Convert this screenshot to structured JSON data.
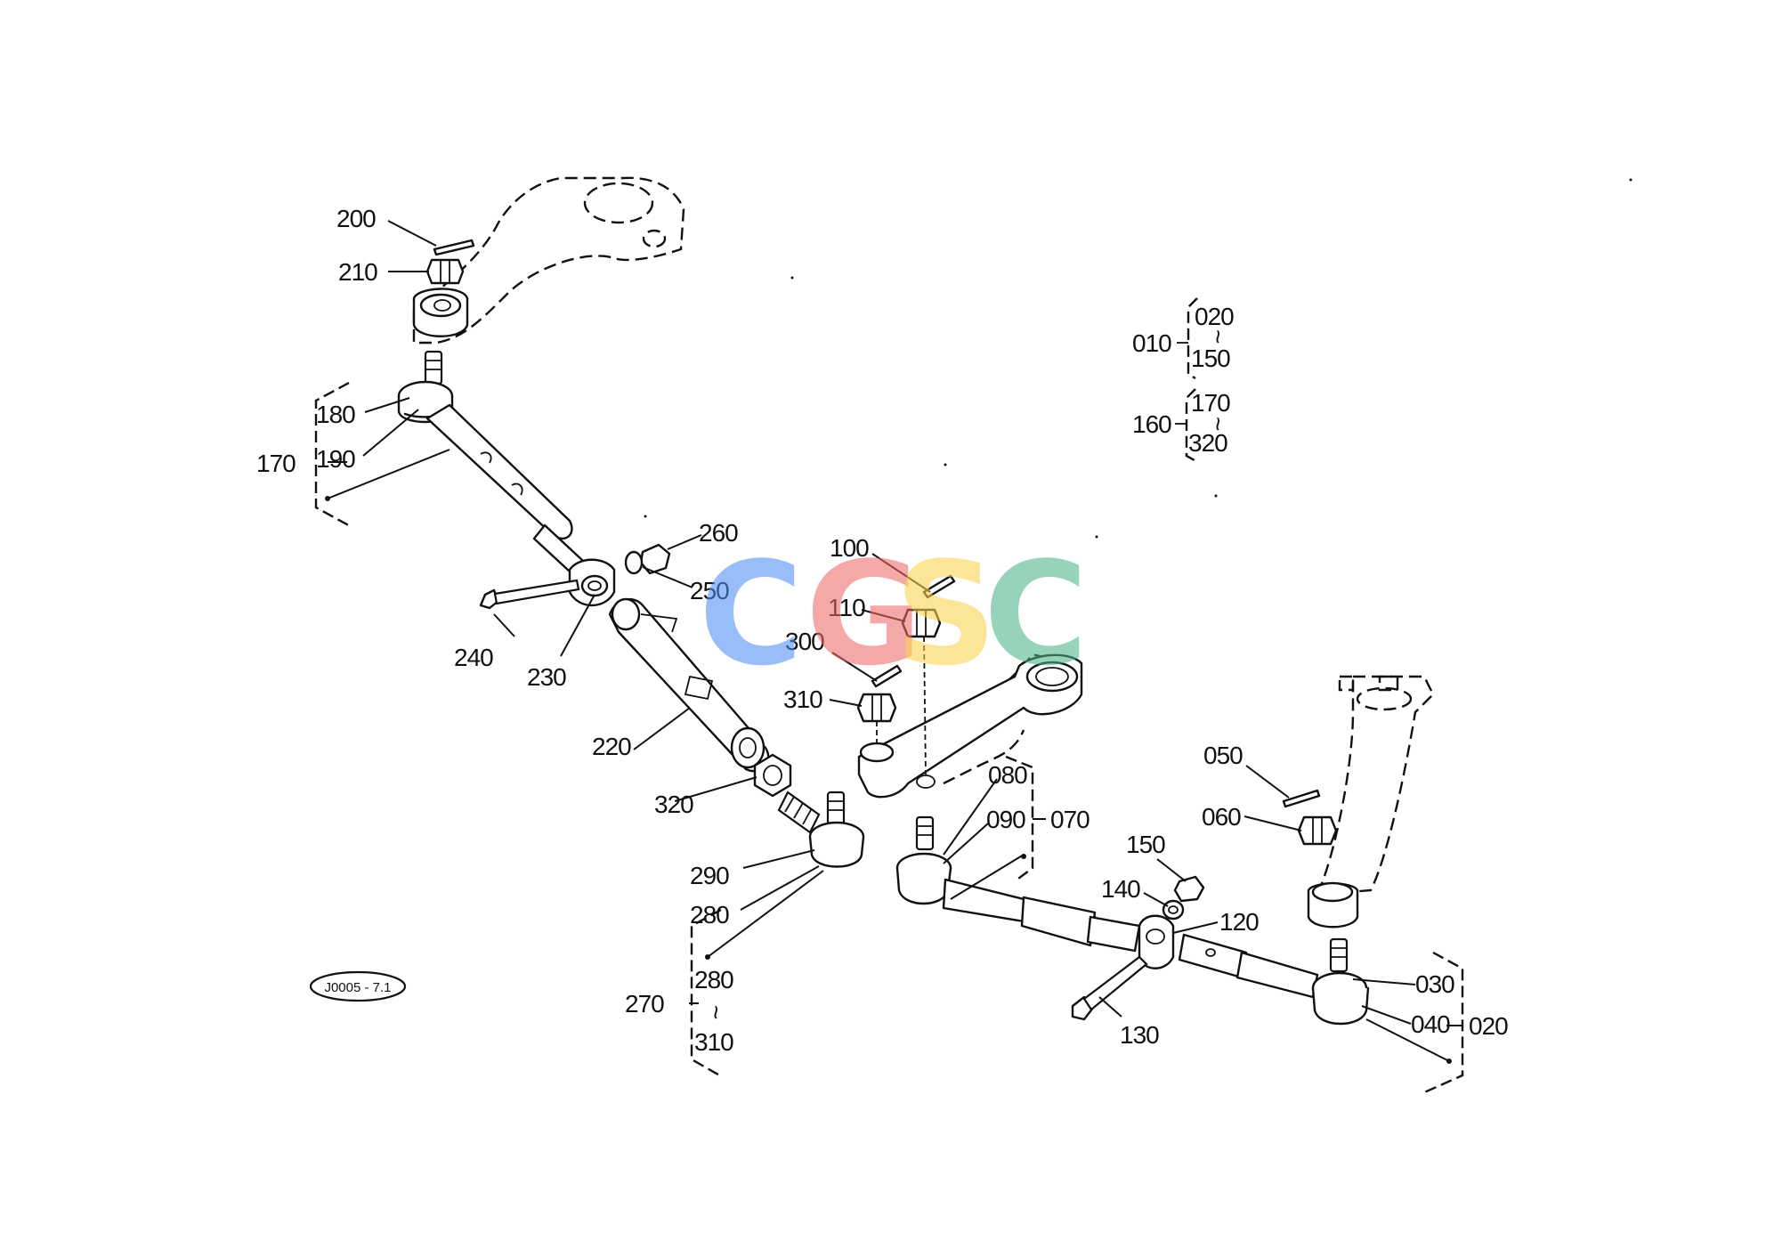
{
  "callouts": {
    "c010": "010",
    "c020a": "020",
    "c150a": "150",
    "c160": "160",
    "c170a": "170",
    "c320a": "320",
    "c200": "200",
    "c210": "210",
    "c180": "180",
    "c170b": "170",
    "c190": "190",
    "c260": "260",
    "c250": "250",
    "c240": "240",
    "c230": "230",
    "c220": "220",
    "c320b": "320",
    "c100": "100",
    "c110": "110",
    "c300": "300",
    "c310a": "310",
    "c290": "290",
    "c280a": "280",
    "c270": "270",
    "c280b": "280",
    "c310b": "310",
    "c080": "080",
    "c090": "090",
    "c070": "070",
    "c050": "050",
    "c060": "060",
    "c150b": "150",
    "c140": "140",
    "c120": "120",
    "c130": "130",
    "c030": "030",
    "c040": "040",
    "c020b": "020"
  },
  "range_mark": "~",
  "reference_code": "J0005 - 7.1",
  "watermark": {
    "letters": [
      "C",
      "G",
      "S",
      "C"
    ],
    "colors": [
      "#4f8ef5",
      "#ee6a6a",
      "#fbd34d",
      "#4db38a"
    ]
  }
}
